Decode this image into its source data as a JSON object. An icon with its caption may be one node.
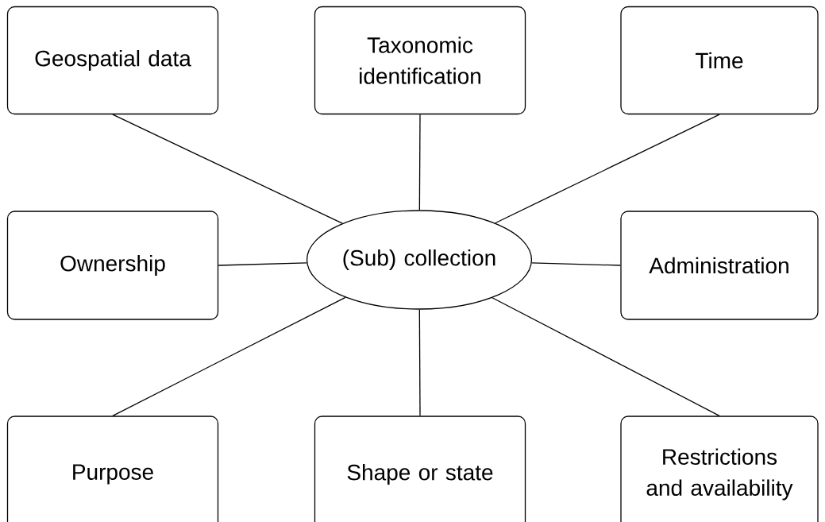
{
  "diagram": {
    "nodes": [
      {
        "text": [
          "Geospatial data"
        ]
      },
      {
        "text": [
          "Taxonomic identification"
        ]
      },
      {
        "text": [
          "Time"
        ]
      },
      {
        "text": [
          "Ownership"
        ]
      },
      {
        "text": [
          "(Sub) collection"
        ]
      },
      {
        "text": [
          "Administration"
        ]
      },
      {
        "text": [
          "Purpose"
        ]
      },
      {
        "text": [
          "Shape or state"
        ]
      },
      {
        "text": [
          "Restrictions and availability"
        ]
      }
    ],
    "edges": [
      {
        "from": 4,
        "to": 0,
        "arrow": "none"
      },
      {
        "from": 4,
        "to": 1,
        "arrow": "none"
      },
      {
        "from": 4,
        "to": 2,
        "arrow": "none"
      },
      {
        "from": 4,
        "to": 3,
        "arrow": "none"
      },
      {
        "from": 4,
        "to": 5,
        "arrow": "none"
      },
      {
        "from": 4,
        "to": 6,
        "arrow": "none"
      },
      {
        "from": 4,
        "to": 7,
        "arrow": "none"
      },
      {
        "from": 4,
        "to": 8,
        "arrow": "none"
      }
    ]
  }
}
